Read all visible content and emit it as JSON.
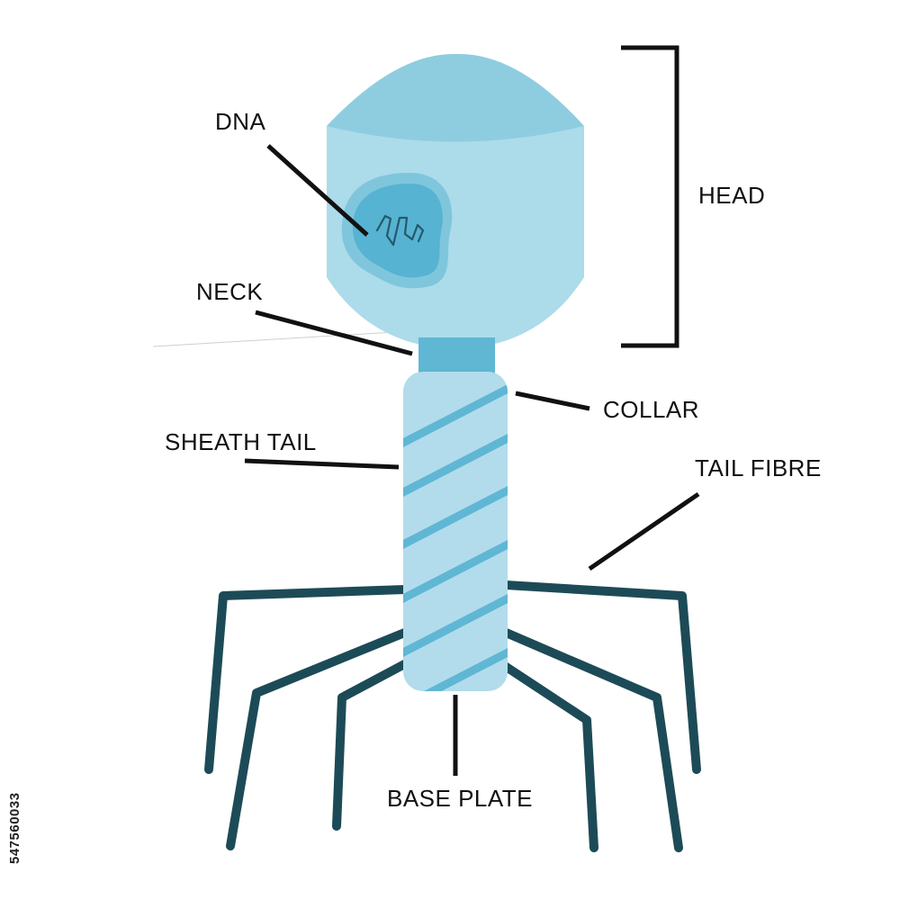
{
  "labels": {
    "dna": "DNA",
    "head": "HEAD",
    "neck": "NECK",
    "collar": "COLLAR",
    "sheath_tail": "SHEATH TAIL",
    "tail_fibre": "TAIL FIBRE",
    "base_plate": "BASE PLATE"
  },
  "stock_id": "547560033",
  "colors": {
    "head_top": "#8ecde0",
    "head_body": "#acdbea",
    "nucleus_outer": "#7fc6dc",
    "nucleus_inner": "#56b3d1",
    "dna_strand": "#24596b",
    "collar": "#5fb7d4",
    "tail": "#b2dcec",
    "tail_stripes": "#5fb7d4",
    "fibres": "#1c4b57",
    "leader_lines": "#111111"
  }
}
